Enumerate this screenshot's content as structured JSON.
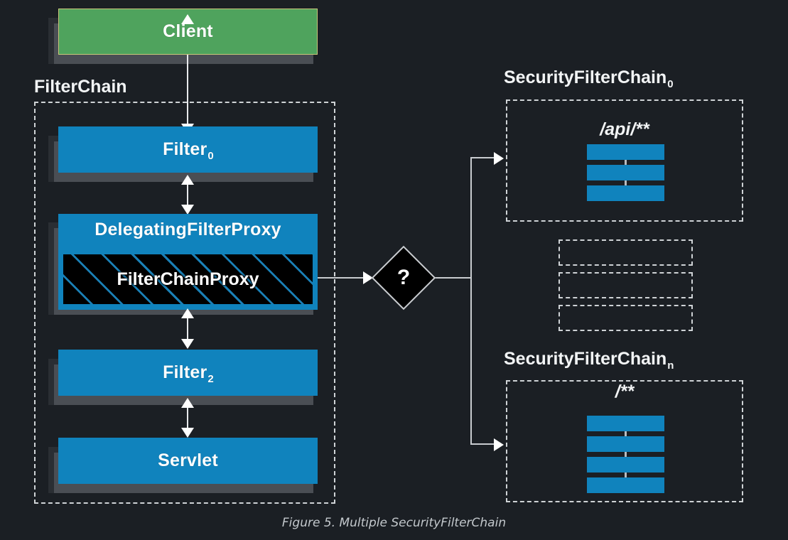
{
  "figure": {
    "caption": "Figure 5. Multiple SecurityFilterChain",
    "background_color": "#1b1f24"
  },
  "colors": {
    "blue": "#1083bd",
    "green": "#4fa35d",
    "green_border": "#c8c67a",
    "black": "#000000",
    "line": "#e8eaec",
    "dash": "#cfd3d6",
    "caption_text": "#c3c8cc",
    "shadow_dark": "#2a2e33",
    "shadow_grey": "#4a4e54"
  },
  "left": {
    "client": {
      "label": "Client"
    },
    "group_label": "FilterChain",
    "filter0": {
      "label": "Filter",
      "subscript": "0"
    },
    "delegating": {
      "label": "DelegatingFilterProxy"
    },
    "chainproxy": {
      "label": "FilterChainProxy"
    },
    "filter2": {
      "label": "Filter",
      "subscript": "2"
    },
    "servlet": {
      "label": "Servlet"
    }
  },
  "decision": {
    "label": "?"
  },
  "right": {
    "chain0": {
      "title": "SecurityFilterChain",
      "title_subscript": "0",
      "pattern": "/api/**",
      "filter_count": 3
    },
    "ellipsis": {
      "placeholder_count": 3
    },
    "chainN": {
      "title": "SecurityFilterChain",
      "title_subscript": "n",
      "pattern": "/**",
      "filter_count": 4
    }
  }
}
